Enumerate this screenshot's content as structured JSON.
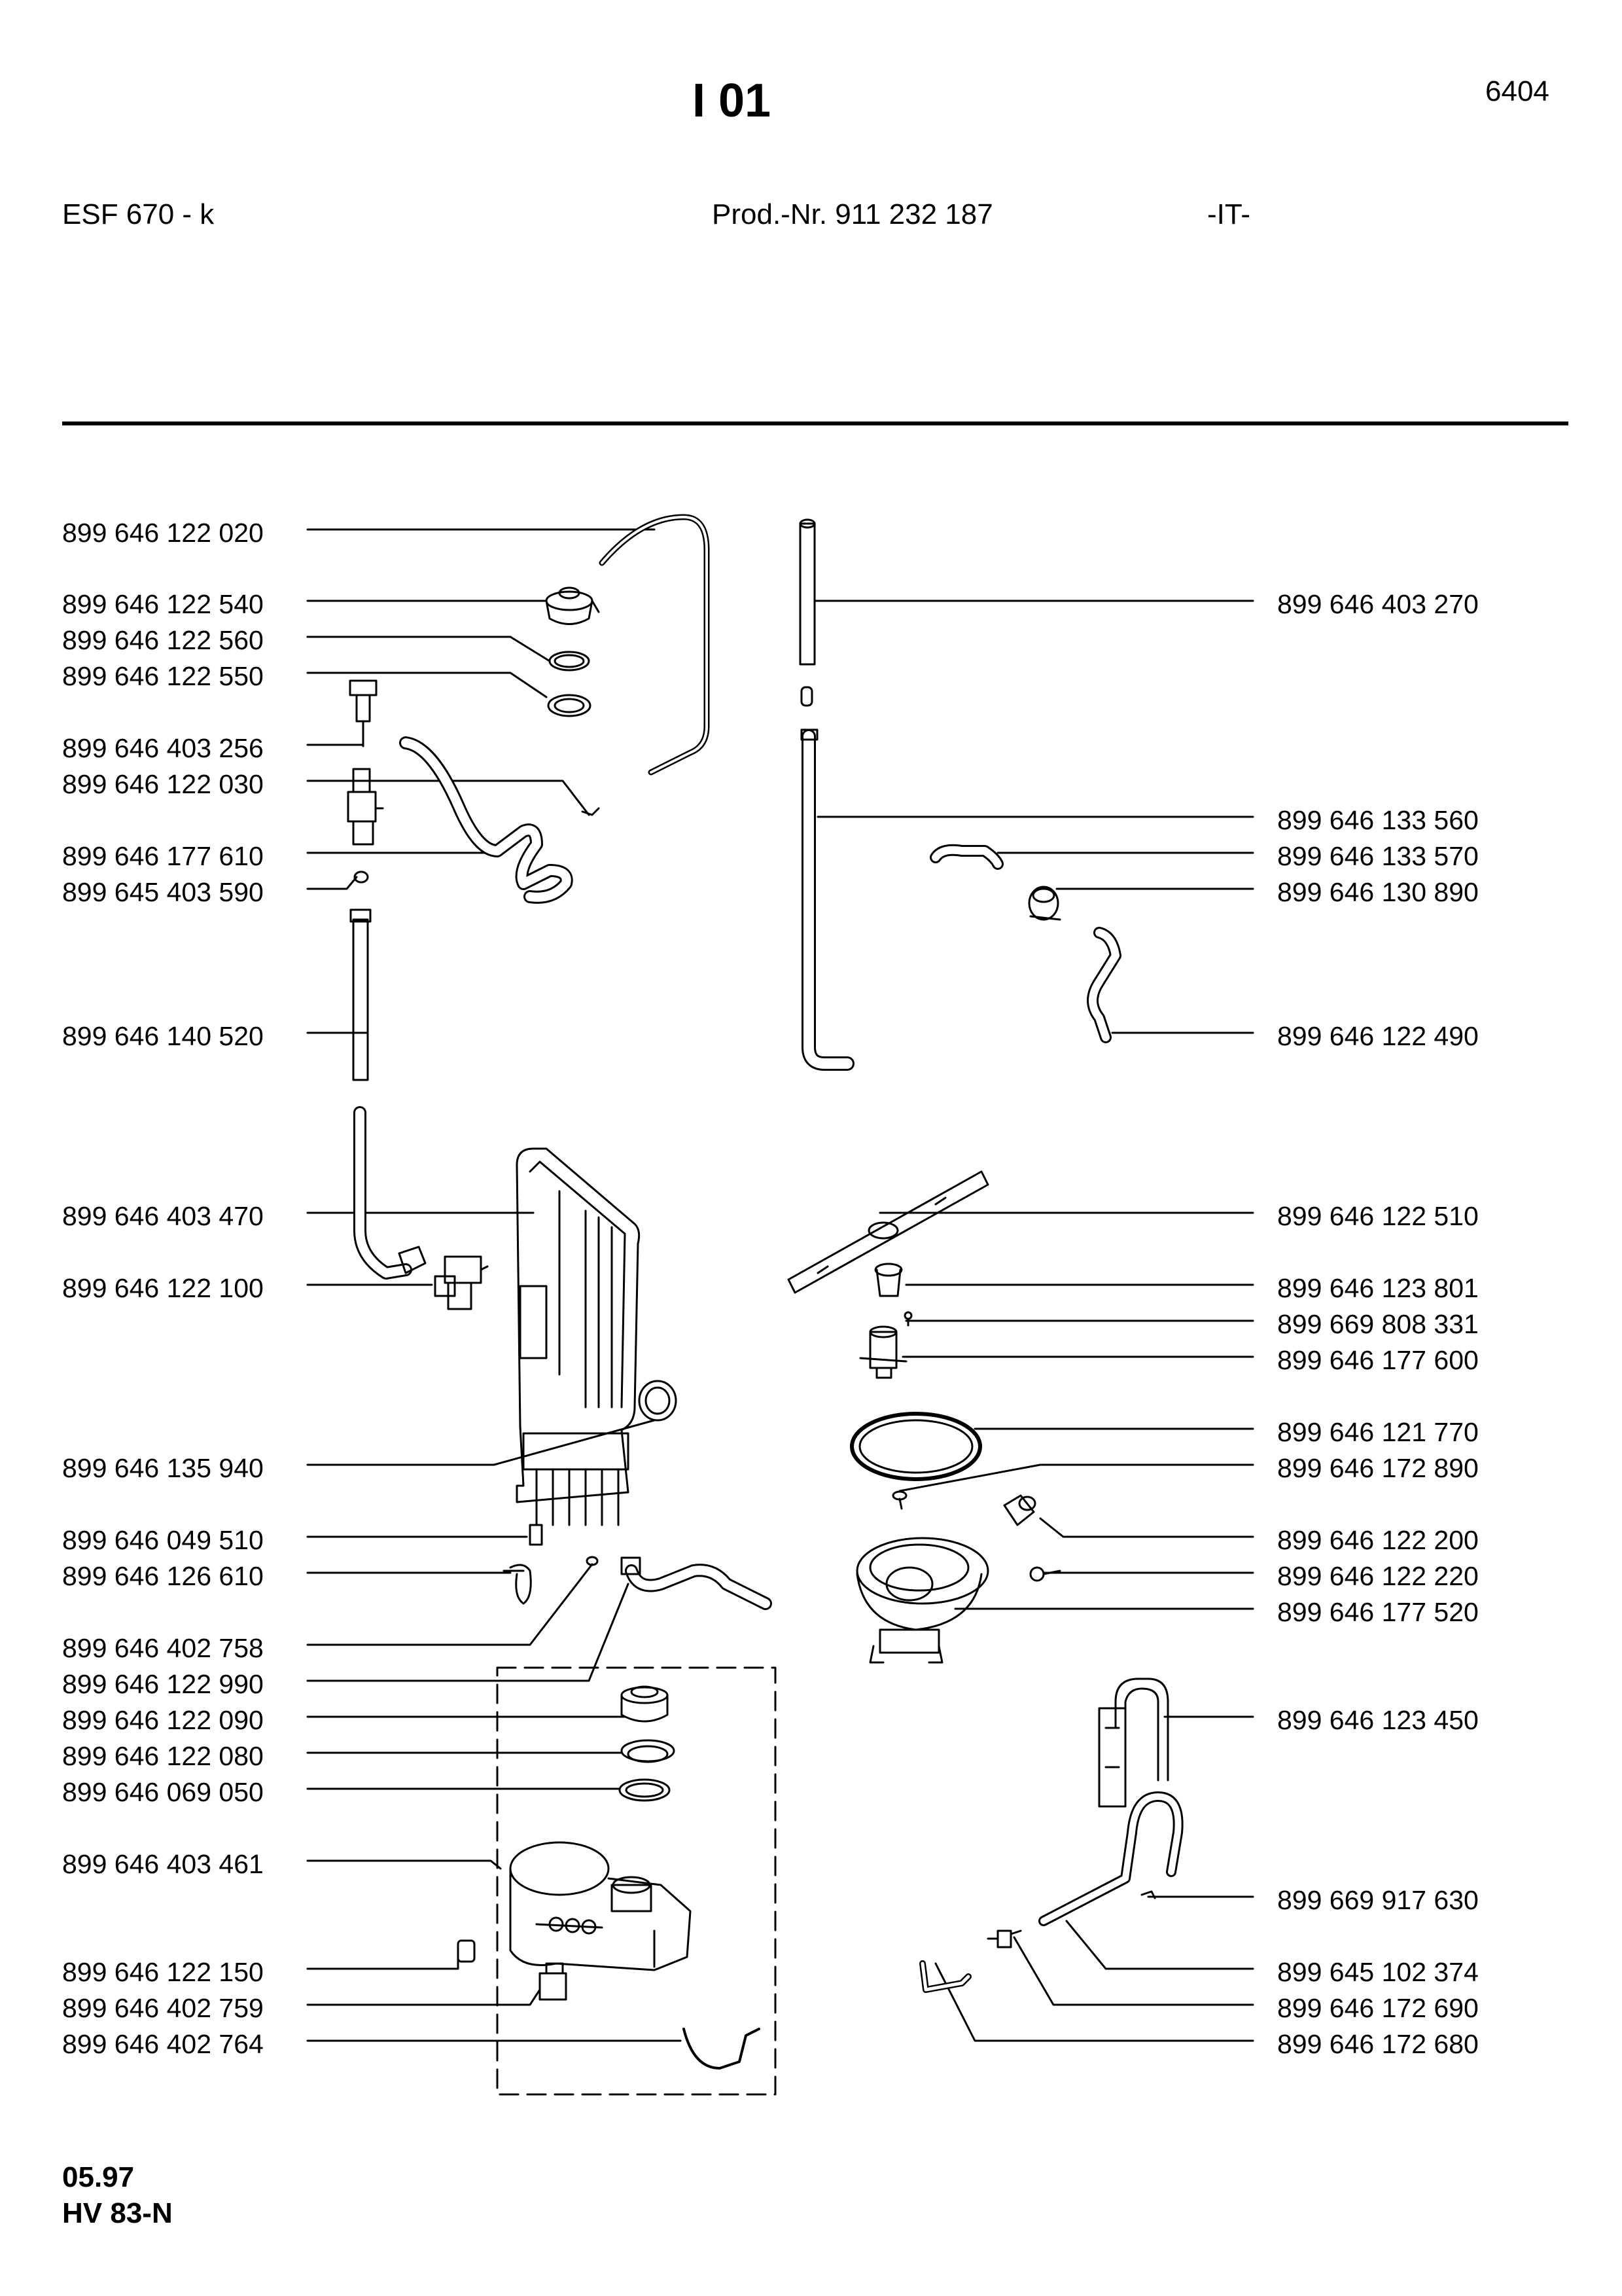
{
  "header": {
    "title": "I 01",
    "page_code": "6404",
    "model": "ESF 670 - k",
    "prod_number": "Prod.-Nr. 911 232 187",
    "country": "-IT-"
  },
  "footer": {
    "date": "05.97",
    "code": "HV 83-N"
  },
  "parts_left": [
    "899 646 122 020",
    "899 646 122 540",
    "899 646 122 560",
    "899 646 122 550",
    "899 646 403 256",
    "899 646 122 030",
    "899 646 177 610",
    "899 645 403 590",
    "899 646 140 520",
    "899 646 403 470",
    "899 646 122 100",
    "899 646 135 940",
    "899 646 049 510",
    "899 646 126 610",
    "899 646 402 758",
    "899 646 122 990",
    "899 646 122 090",
    "899 646 122 080",
    "899 646 069 050",
    "899 646 403 461",
    "899 646 122 150",
    "899 646 402 759",
    "899 646 402 764"
  ],
  "parts_right": [
    "899 646 403 270",
    "899 646 133 560",
    "899 646 133 570",
    "899 646 130 890",
    "899 646 122 490",
    "899 646 122 510",
    "899 646 123 801",
    "899 669 808 331",
    "899 646 177 600",
    "899 646 121 770",
    "899 646 172 890",
    "899 646 122 200",
    "899 646 122 220",
    "899 646 177 520",
    "899 646 123 450",
    "899 669 917 630",
    "899 645 102 374",
    "899 646 172 690",
    "899 646 172 680"
  ]
}
